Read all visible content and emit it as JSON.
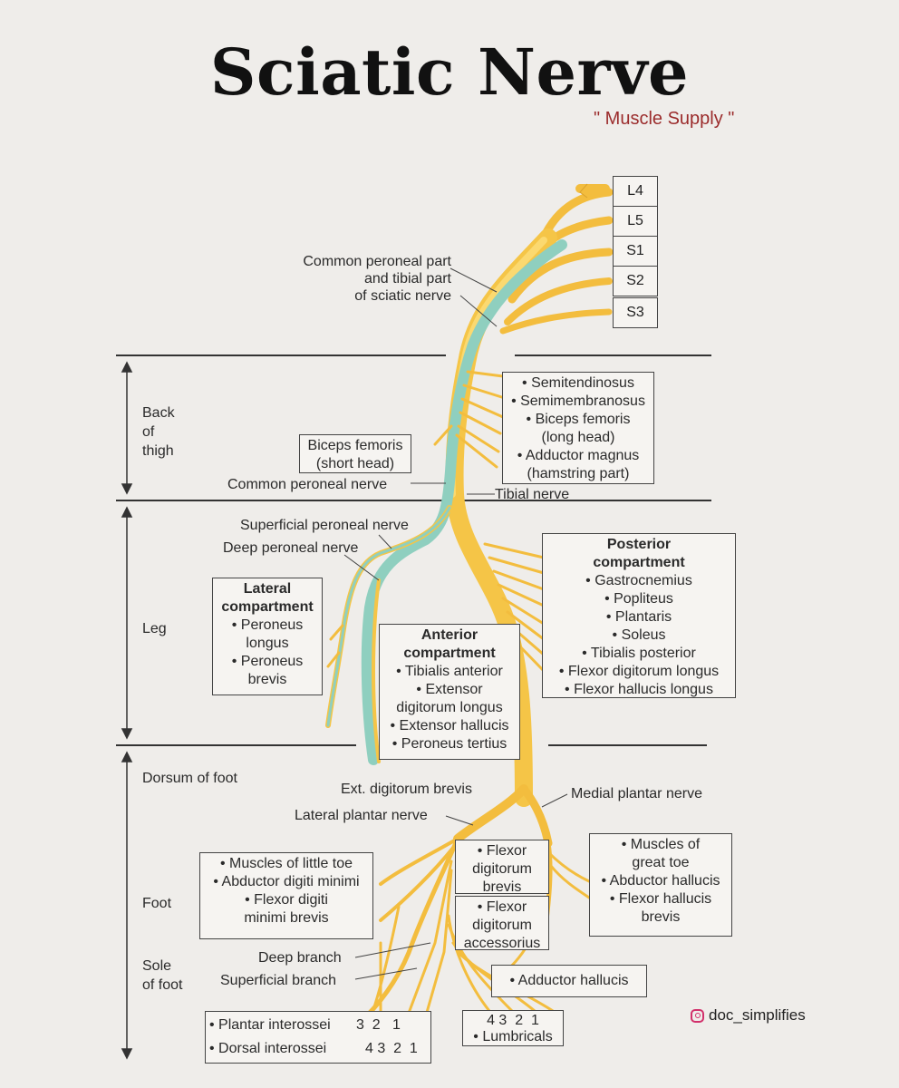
{
  "title": "Sciatic Nerve",
  "subtitle": "\" Muscle Supply \"",
  "segments": [
    "L4",
    "L5",
    "S1",
    "S2",
    "S3"
  ],
  "regions": {
    "back_of_thigh": [
      "Back",
      "of",
      "thigh"
    ],
    "leg": "Leg",
    "dorsum_of_foot": "Dorsum of foot",
    "foot": "Foot",
    "sole_of_foot": [
      "Sole",
      "of foot"
    ]
  },
  "labels": {
    "common_peroneal_part": [
      "Common peroneal part",
      "and tibial part",
      "of sciatic nerve"
    ],
    "common_peroneal_nerve": "Common peroneal nerve",
    "tibial_nerve": "Tibial nerve",
    "superficial_peroneal_nerve": "Superficial peroneal nerve",
    "deep_peroneal_nerve": "Deep peroneal nerve",
    "ext_digitorum_brevis": "Ext. digitorum brevis",
    "medial_plantar_nerve": "Medial plantar nerve",
    "lateral_plantar_nerve": "Lateral plantar nerve",
    "deep_branch": "Deep branch",
    "superficial_branch": "Superficial branch"
  },
  "boxes": {
    "hamstrings": [
      "• Semitendinosus",
      "• Semimembranosus",
      "• Biceps femoris",
      "(long head)",
      "• Adductor magnus",
      "(hamstring part)"
    ],
    "biceps_short": [
      "Biceps femoris",
      "(short head)"
    ],
    "posterior": {
      "heading": [
        "Posterior",
        "compartment"
      ],
      "items": [
        "• Gastrocnemius",
        "• Popliteus",
        "• Plantaris",
        "• Soleus",
        "• Tibialis posterior",
        "• Flexor digitorum longus",
        "• Flexor hallucis longus"
      ]
    },
    "lateral": {
      "heading": [
        "Lateral",
        "compartment"
      ],
      "items": [
        "• Peroneus",
        "longus",
        "• Peroneus",
        "brevis"
      ]
    },
    "anterior": {
      "heading": [
        "Anterior",
        "compartment"
      ],
      "items": [
        "• Tibialis anterior",
        "• Extensor",
        "digitorum longus",
        "• Extensor hallucis",
        "• Peroneus tertius"
      ]
    },
    "little_toe": [
      "• Muscles of little toe",
      "• Abductor digiti minimi",
      "• Flexor digiti",
      "minimi brevis"
    ],
    "fdb": [
      "• Flexor",
      "digitorum",
      "brevis"
    ],
    "fda": [
      "• Flexor",
      "digitorum",
      "accessorius"
    ],
    "great_toe": [
      "• Muscles of",
      "great toe",
      "• Abductor hallucis",
      "• Flexor hallucis",
      "brevis"
    ],
    "add_hallucis": "• Adductor hallucis",
    "interossei": {
      "plantar": "• Plantar interossei",
      "plantar_nums": "3  2   1",
      "dorsal": "• Dorsal interossei",
      "dorsal_nums": "4 3  2  1"
    },
    "lumbricals": {
      "nums": "4 3  2  1",
      "label": "• Lumbricals"
    }
  },
  "brand": "doc_simplifies",
  "colors": {
    "nerve": "#f6c54a",
    "nerve_light": "#fbd970",
    "peroneal": "#8fcfbf",
    "subtitle": "#9b2c2c"
  }
}
